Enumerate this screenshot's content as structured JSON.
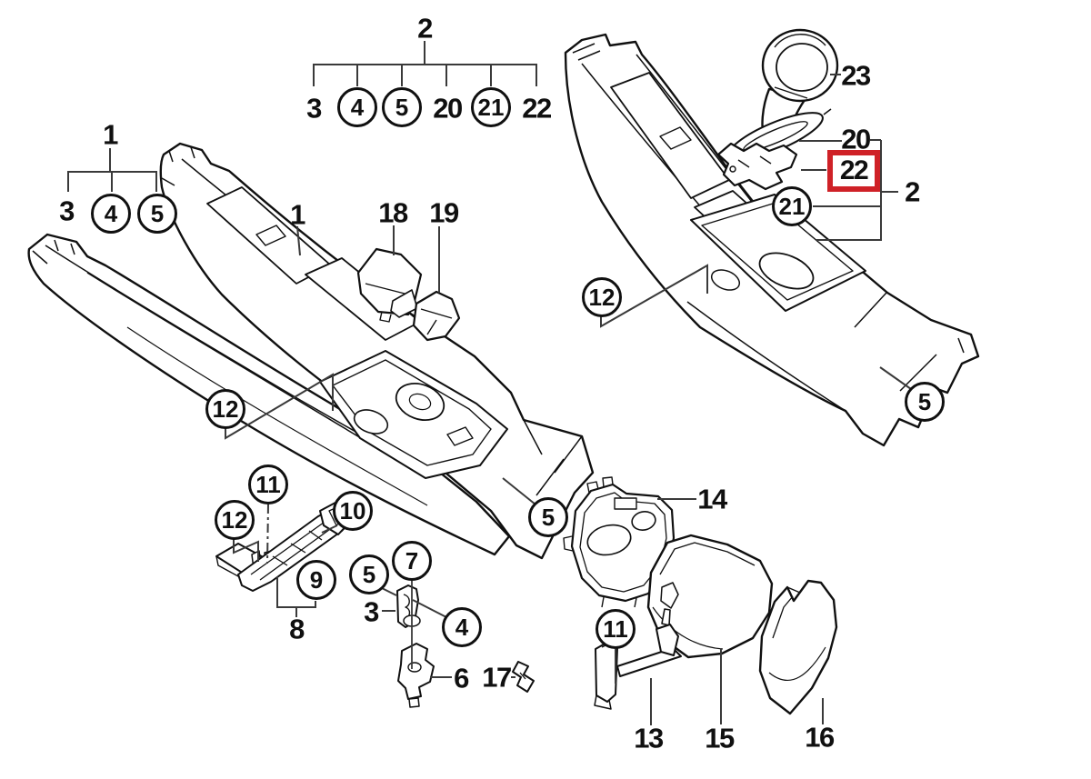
{
  "diagram": {
    "type": "exploded-parts-diagram",
    "subject": "center console assembly",
    "background_color": "#ffffff",
    "line_color": "#101010"
  },
  "highlight": {
    "part_number": "22",
    "box_color": "#cf2127"
  },
  "groups": [
    {
      "title": "1",
      "members": [
        "3",
        "4",
        "5"
      ]
    },
    {
      "title": "2",
      "members": [
        "3",
        "4",
        "5",
        "20",
        "21",
        "22"
      ]
    }
  ],
  "callouts": [
    {
      "id": "group1-title",
      "text": "1",
      "shape": "plain"
    },
    {
      "id": "group1-3",
      "text": "3",
      "shape": "plain"
    },
    {
      "id": "group1-4",
      "text": "4",
      "shape": "circle"
    },
    {
      "id": "group1-5",
      "text": "5",
      "shape": "circle"
    },
    {
      "id": "group2-title",
      "text": "2",
      "shape": "plain"
    },
    {
      "id": "group2-3",
      "text": "3",
      "shape": "plain"
    },
    {
      "id": "group2-4",
      "text": "4",
      "shape": "circle"
    },
    {
      "id": "group2-5",
      "text": "5",
      "shape": "circle"
    },
    {
      "id": "group2-20",
      "text": "20",
      "shape": "plain"
    },
    {
      "id": "group2-21",
      "text": "21",
      "shape": "circle"
    },
    {
      "id": "group2-22",
      "text": "22",
      "shape": "plain"
    },
    {
      "id": "console-1",
      "text": "1",
      "shape": "plain"
    },
    {
      "id": "part-18",
      "text": "18",
      "shape": "plain"
    },
    {
      "id": "part-19",
      "text": "19",
      "shape": "plain"
    },
    {
      "id": "part-23",
      "text": "23",
      "shape": "plain"
    },
    {
      "id": "part-20",
      "text": "20",
      "shape": "plain"
    },
    {
      "id": "part-22-highlighted",
      "text": "22",
      "shape": "redbox"
    },
    {
      "id": "part-21",
      "text": "21",
      "shape": "circle"
    },
    {
      "id": "group2-ref",
      "text": "2",
      "shape": "plain"
    },
    {
      "id": "part-12-right",
      "text": "12",
      "shape": "circle"
    },
    {
      "id": "part-5-right",
      "text": "5",
      "shape": "circle"
    },
    {
      "id": "part-12-left",
      "text": "12",
      "shape": "circle"
    },
    {
      "id": "part-5-left",
      "text": "5",
      "shape": "circle"
    },
    {
      "id": "part-12-bottom",
      "text": "12",
      "shape": "circle"
    },
    {
      "id": "part-11-bottom",
      "text": "11",
      "shape": "circle"
    },
    {
      "id": "part-10",
      "text": "10",
      "shape": "circle"
    },
    {
      "id": "part-9",
      "text": "9",
      "shape": "circle"
    },
    {
      "id": "part-8",
      "text": "8",
      "shape": "plain"
    },
    {
      "id": "part-5-bottom",
      "text": "5",
      "shape": "circle"
    },
    {
      "id": "part-7",
      "text": "7",
      "shape": "circle"
    },
    {
      "id": "part-3-bottom",
      "text": "3",
      "shape": "plain"
    },
    {
      "id": "part-4-bottom",
      "text": "4",
      "shape": "circle"
    },
    {
      "id": "part-6",
      "text": "6",
      "shape": "plain"
    },
    {
      "id": "part-17",
      "text": "17",
      "shape": "plain"
    },
    {
      "id": "part-14",
      "text": "14",
      "shape": "plain"
    },
    {
      "id": "part-11-right",
      "text": "11",
      "shape": "circle"
    },
    {
      "id": "part-13",
      "text": "13",
      "shape": "plain"
    },
    {
      "id": "part-15",
      "text": "15",
      "shape": "plain"
    },
    {
      "id": "part-16",
      "text": "16",
      "shape": "plain"
    }
  ]
}
